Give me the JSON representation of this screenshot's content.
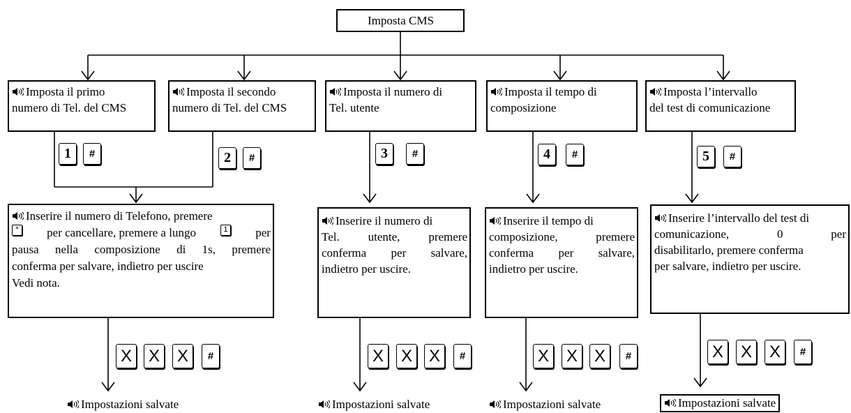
{
  "root": {
    "label": "Imposta CMS"
  },
  "speaker_icon": "speaker-icon",
  "level1": [
    {
      "lines": [
        "Imposta il primo",
        "numero di Tel. del CMS"
      ]
    },
    {
      "lines": [
        "Imposta il secondo",
        "numero di Tel. del CMS"
      ]
    },
    {
      "lines": [
        "Imposta il numero di",
        "Tel. utente"
      ]
    },
    {
      "lines": [
        "Imposta il tempo di",
        "composizione"
      ]
    },
    {
      "lines": [
        "Imposta l’intervallo",
        "del test di comunicazione"
      ]
    }
  ],
  "keys": {
    "k1": "1",
    "k2": "2",
    "k3": "3",
    "k4": "4",
    "k5": "5",
    "hash": "#",
    "x": "X",
    "star": "*"
  },
  "level2": {
    "phone": {
      "line1": "Inserire il numero di Telefono, premere",
      "line2a": "per cancellare, premere a lungo",
      "line2b": "per",
      "line3": "pausa nella composizione di 1s, premere",
      "line4": "conferma per salvare, indietro per uscire",
      "line5": "Vedi nota."
    },
    "user": {
      "lines": [
        "Inserire il numero di",
        "Tel. utente, premere",
        "conferma per salvare,",
        "indietro per uscire."
      ]
    },
    "dial": {
      "lines": [
        "Inserire il tempo di",
        "composizione, premere",
        "conferma per salvare,",
        "indietro per uscire."
      ]
    },
    "test": {
      "line1": "Inserire l’intervallo del test di",
      "line2a": "comunicazione,",
      "line2b": "0",
      "line2c": "per",
      "line3": "disabilitarlo, premere conferma",
      "line4": "per salvare, indietro per uscire."
    }
  },
  "saved_label": "Impostazioni salvate"
}
